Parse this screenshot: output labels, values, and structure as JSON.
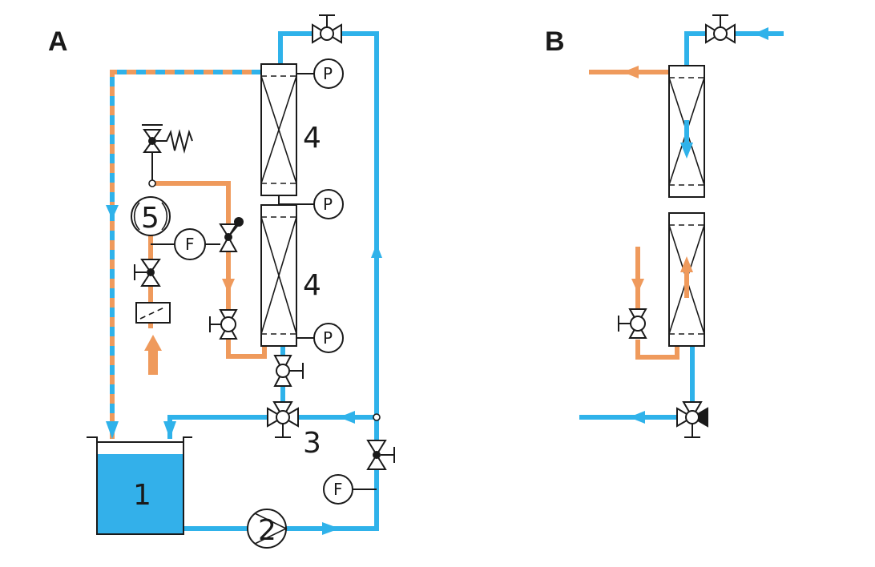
{
  "panels": [
    {
      "label": "A"
    },
    {
      "label": "B"
    }
  ],
  "numbers": {
    "tank": "1",
    "pump": "2",
    "valve_3": "3",
    "column_top": "4",
    "column_bottom": "4",
    "unit_5": "5"
  },
  "gauges": {
    "pressure_top": "P",
    "pressure_middle": "P",
    "pressure_bottom": "P",
    "flow_left": "F",
    "flow_right": "F"
  },
  "colors": {
    "water_blue": "#2fb2ea",
    "gas_orange": "#ef9a5c",
    "tank_fill": "#33b0ea",
    "line_black": "#1a1a1a"
  },
  "icons": [
    "valve-icon",
    "three-way-valve-icon",
    "check-valve-icon",
    "spring-relief-valve-icon",
    "filter-icon",
    "pump-icon",
    "compressor-icon",
    "pressure-gauge-icon",
    "flow-meter-icon",
    "flow-arrow-icon"
  ]
}
